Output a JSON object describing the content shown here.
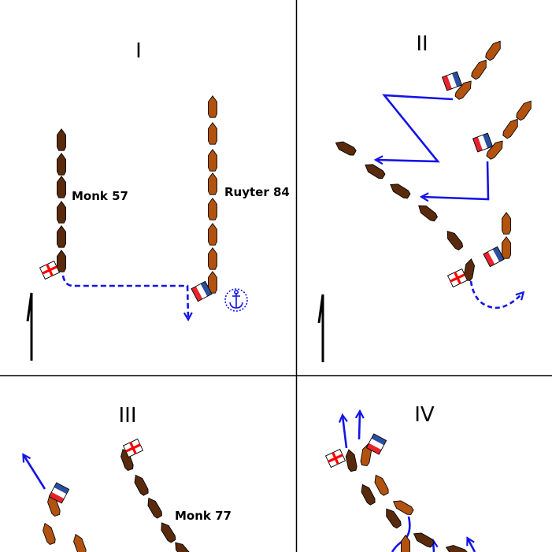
{
  "panels": [
    {
      "numeral": "I"
    },
    {
      "numeral": "II"
    },
    {
      "numeral": "III"
    },
    {
      "numeral": "IV"
    }
  ],
  "labels": {
    "monk_57": "Monk 57",
    "ruyter_84": "Ruyter 84",
    "monk_77": "Monk 77"
  },
  "colors": {
    "english_ship": "#5a2a0c",
    "dutch_ship": "#b2520f",
    "movement_arrow": "#1414e6",
    "divider": "#000000",
    "english_cross": "#ff0000",
    "dutch_red": "#e8232b",
    "dutch_blue": "#2b4fa0"
  },
  "icons": {
    "anchor": "anchor-icon",
    "wind": "wind-direction-icon",
    "english_flag": "english-flagship-flag-icon",
    "dutch_flag": "dutch-flagship-flag-icon"
  }
}
